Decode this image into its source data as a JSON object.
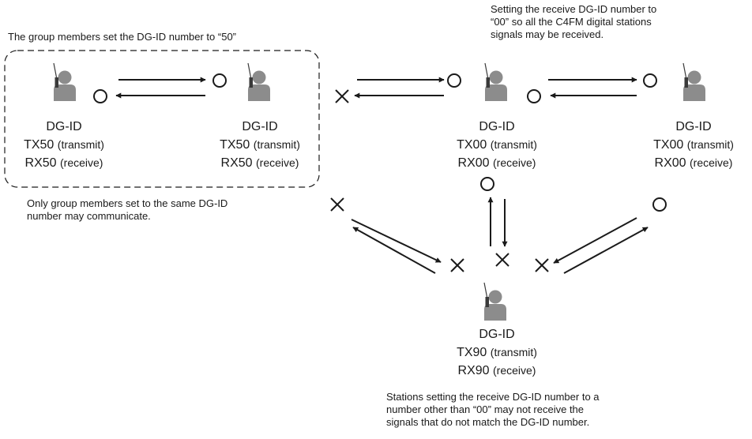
{
  "notes": {
    "group_caption": "The group members set the DG-ID number to “50”",
    "receive_all_note": [
      "Setting the receive DG-ID number to",
      "“00” so all the C4FM digital stations",
      "signals may be received."
    ],
    "group_only_note": [
      "Only group members set to the same DG-ID",
      "number may communicate."
    ],
    "mismatch_note": [
      "Stations setting the receive DG-ID number to a",
      "number other than “00” may not receive the",
      "signals that do not match the DG-ID number."
    ]
  },
  "stations": [
    {
      "id": "group-member-1",
      "heading": "DG-ID",
      "tx_code": "TX50",
      "tx_desc": "(transmit)",
      "rx_code": "RX50",
      "rx_desc": "(receive)"
    },
    {
      "id": "group-member-2",
      "heading": "DG-ID",
      "tx_code": "TX50",
      "tx_desc": "(transmit)",
      "rx_code": "RX50",
      "rx_desc": "(receive)"
    },
    {
      "id": "receive-all-1",
      "heading": "DG-ID",
      "tx_code": "TX00",
      "tx_desc": "(transmit)",
      "rx_code": "RX00",
      "rx_desc": "(receive)"
    },
    {
      "id": "receive-all-2",
      "heading": "DG-ID",
      "tx_code": "TX00",
      "tx_desc": "(transmit)",
      "rx_code": "RX00",
      "rx_desc": "(receive)"
    },
    {
      "id": "mismatch-station",
      "heading": "DG-ID",
      "tx_code": "TX90",
      "tx_desc": "(transmit)",
      "rx_code": "RX90",
      "rx_desc": "(receive)"
    }
  ],
  "icons": {
    "operator": "person-with-handheld-radio-icon",
    "received": "circle-received-icon",
    "blocked": "cross-not-received-icon"
  },
  "colors": {
    "ink": "#1a1a1a",
    "person": "#8c8c8c",
    "radio": "#3a3a3a"
  }
}
